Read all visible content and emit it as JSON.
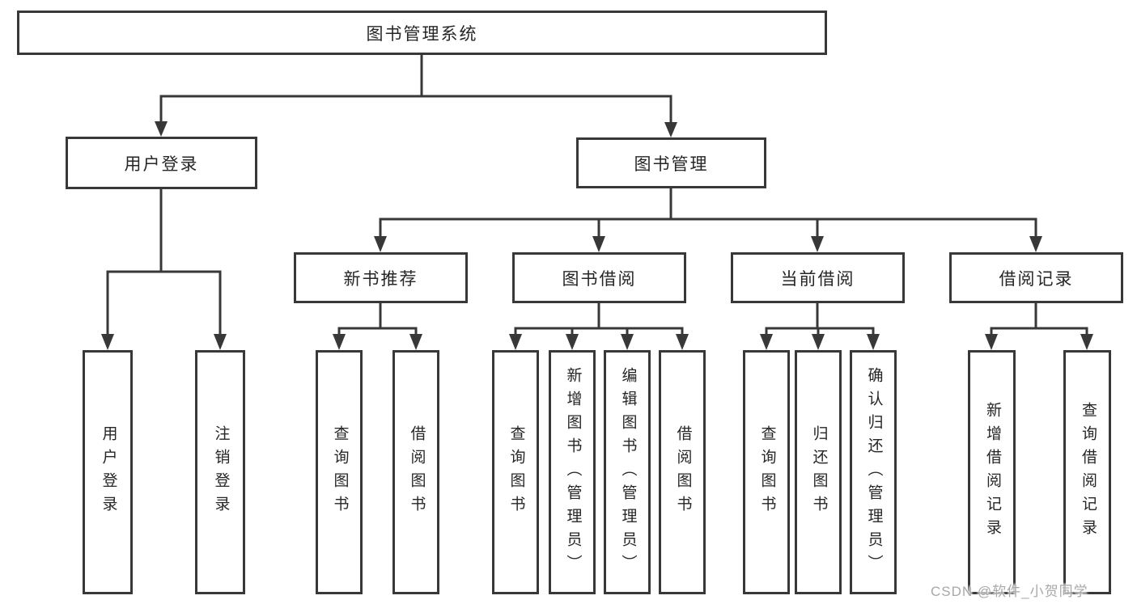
{
  "diagram": {
    "colors": {
      "line": "#383838",
      "box_border": "#383838",
      "text": "#262626",
      "watermark_text": "#a8a8a8",
      "background": "#ffffff"
    },
    "tree": {
      "label": "图书管理系统",
      "children": [
        {
          "label": "用户登录",
          "children": [
            {
              "label": "用户登录"
            },
            {
              "label": "注销登录"
            }
          ]
        },
        {
          "label": "图书管理",
          "children": [
            {
              "label": "新书推荐",
              "children": [
                {
                  "label": "查询图书"
                },
                {
                  "label": "借阅图书"
                }
              ]
            },
            {
              "label": "图书借阅",
              "children": [
                {
                  "label": "查询图书"
                },
                {
                  "label": "新增图书（管理员）"
                },
                {
                  "label": "编辑图书（管理员）"
                },
                {
                  "label": "借阅图书"
                }
              ]
            },
            {
              "label": "当前借阅",
              "children": [
                {
                  "label": "查询图书"
                },
                {
                  "label": "归还图书"
                },
                {
                  "label": "确认归还（管理员）"
                }
              ]
            },
            {
              "label": "借阅记录",
              "children": [
                {
                  "label": "新增借阅记录"
                },
                {
                  "label": "查询借阅记录"
                }
              ]
            }
          ]
        }
      ]
    },
    "watermark": "CSDN @软件_小贺同学"
  }
}
